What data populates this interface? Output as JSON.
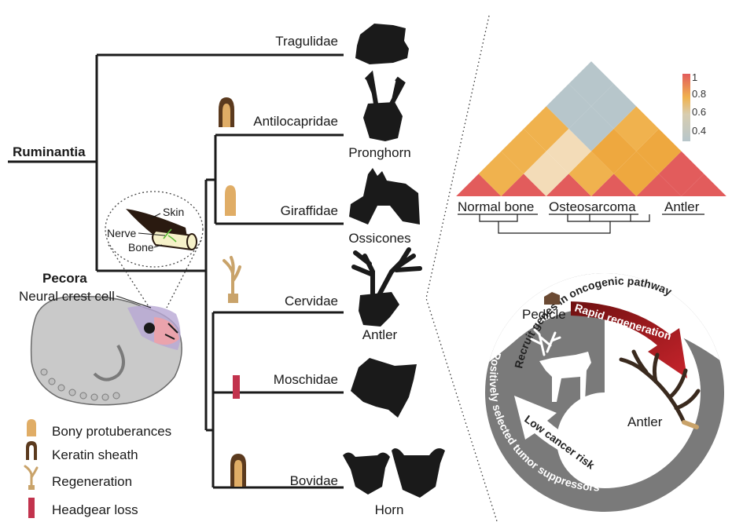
{
  "tree": {
    "root_label": "Ruminantia",
    "pecora_label": "Pecora",
    "taxa": [
      {
        "name": "Tragulidae",
        "headgear": ""
      },
      {
        "name": "Antilocapridae",
        "headgear": "Pronghorn"
      },
      {
        "name": "Giraffidae",
        "headgear": "Ossicones"
      },
      {
        "name": "Cervidae",
        "headgear": "Antler"
      },
      {
        "name": "Moschidae",
        "headgear": ""
      },
      {
        "name": "Bovidae",
        "headgear": "Horn"
      }
    ]
  },
  "embryo": {
    "neural_crest_label": "Neural crest cell",
    "inset_labels": {
      "skin": "Skin",
      "nerve": "Nerve",
      "bone": "Bone"
    }
  },
  "legend": {
    "items": [
      {
        "label": "Bony protuberances",
        "icon": "bony-protuberance-icon",
        "color": "#e0ad66"
      },
      {
        "label": "Keratin sheath",
        "icon": "keratin-sheath-icon",
        "color": "#5b3a1e"
      },
      {
        "label": "Regeneration",
        "icon": "antler-regeneration-icon",
        "color": "#c9a36a"
      },
      {
        "label": "Headgear loss",
        "icon": "headgear-loss-icon",
        "color": "#c2334d"
      }
    ]
  },
  "heatmap": {
    "colorbar_ticks": [
      "1",
      "0.8",
      "0.6",
      "0.4"
    ],
    "axis_labels": [
      "Normal bone",
      "Osteosarcoma",
      "Antler"
    ],
    "colors": {
      "high": "#e25c5c",
      "mid": "#f0b24e",
      "low": "#b7c6cb"
    }
  },
  "cycle": {
    "top_arc_text": "Recruit genes in oncogenic pathway",
    "bottom_arc_text": "Positively selected tumor suppressors",
    "rapid_regeneration": "Rapid regeneration",
    "low_cancer_risk": "Low cancer risk",
    "pedicle_label": "Pedicle",
    "antler_label": "Antler",
    "colors": {
      "ring": "#7a7a7a",
      "arrow": "#b3232c"
    }
  }
}
